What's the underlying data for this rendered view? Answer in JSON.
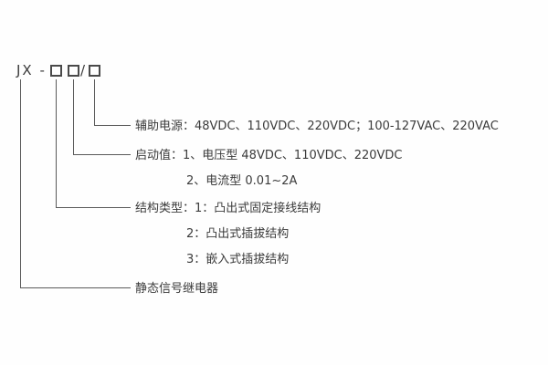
{
  "colors": {
    "background": "#fefefe",
    "text": "#3b3b3b",
    "line": "#5a5a5a"
  },
  "model_code": {
    "prefix": "JX -",
    "slash": "/",
    "digit_boxes": 3
  },
  "callouts": {
    "aux_power": "辅助电源：48VDC、110VDC、220VDC；100-127VAC、220VAC",
    "start_value_line1": "启动值：1、电压型  48VDC、110VDC、220VDC",
    "start_value_line2": "2、电流型  0.01~2A",
    "structure_type_line1": "结构类型：1：凸出式固定接线结构",
    "structure_type_line2": "2：凸出式插拔结构",
    "structure_type_line3": "3：嵌入式插拔结构",
    "product_name": "静态信号继电器"
  }
}
